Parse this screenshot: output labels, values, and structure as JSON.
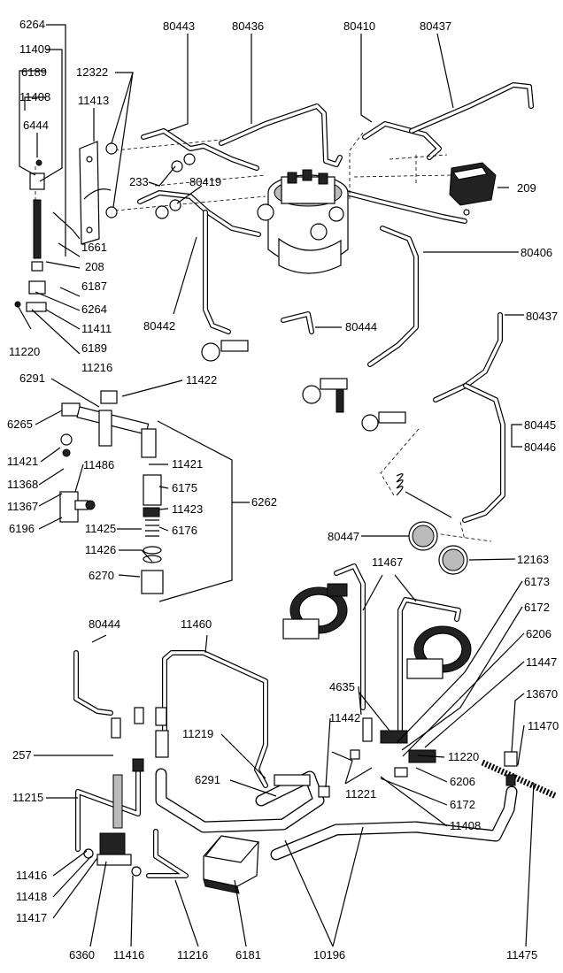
{
  "labels": {
    "l6264a": "6264",
    "l11409": "11409",
    "l6189a": "6189",
    "l11408a": "11408",
    "l6444": "6444",
    "l12322": "12322",
    "l11413": "11413",
    "l80443": "80443",
    "l80436": "80436",
    "l80410": "80410",
    "l80437a": "80437",
    "l233": "233",
    "l80419": "80419",
    "l209": "209",
    "l1661": "1661",
    "l208": "208",
    "l6187": "6187",
    "l6264b": "6264",
    "l11411": "11411",
    "l6189b": "6189",
    "l11220a": "11220",
    "l11216a": "11216",
    "l80406": "80406",
    "l80442": "80442",
    "l80444a": "80444",
    "l80437b": "80437",
    "l6291a": "6291",
    "l11422": "11422",
    "l6265": "6265",
    "l11421a": "11421",
    "l11486": "11486",
    "l11421b": "11421",
    "l11368": "11368",
    "l11367": "11367",
    "l6175": "6175",
    "l6262": "6262",
    "l11423": "11423",
    "l6196": "6196",
    "l11425": "11425",
    "l6176": "6176",
    "l11426": "11426",
    "l6270": "6270",
    "l80445": "80445",
    "l80446": "80446",
    "l80447": "80447",
    "l12163": "12163",
    "l11467": "11467",
    "l6173": "6173",
    "l6172a": "6172",
    "l6206a": "6206",
    "l80444b": "80444",
    "l11460": "11460",
    "l11447": "11447",
    "l4635": "4635",
    "l13670": "13670",
    "l11442": "11442",
    "l11219": "11219",
    "l11470": "11470",
    "l257": "257",
    "l11220b": "11220",
    "l6291b": "6291",
    "l6206b": "6206",
    "l11221": "11221",
    "l6172b": "6172",
    "l11215": "11215",
    "l11408b": "11408",
    "l11416a": "11416",
    "l11418": "11418",
    "l11417": "11417",
    "l6360": "6360",
    "l11416b": "11416",
    "l11216b": "11216",
    "l6181": "6181",
    "l10196": "10196",
    "l11475": "11475"
  }
}
